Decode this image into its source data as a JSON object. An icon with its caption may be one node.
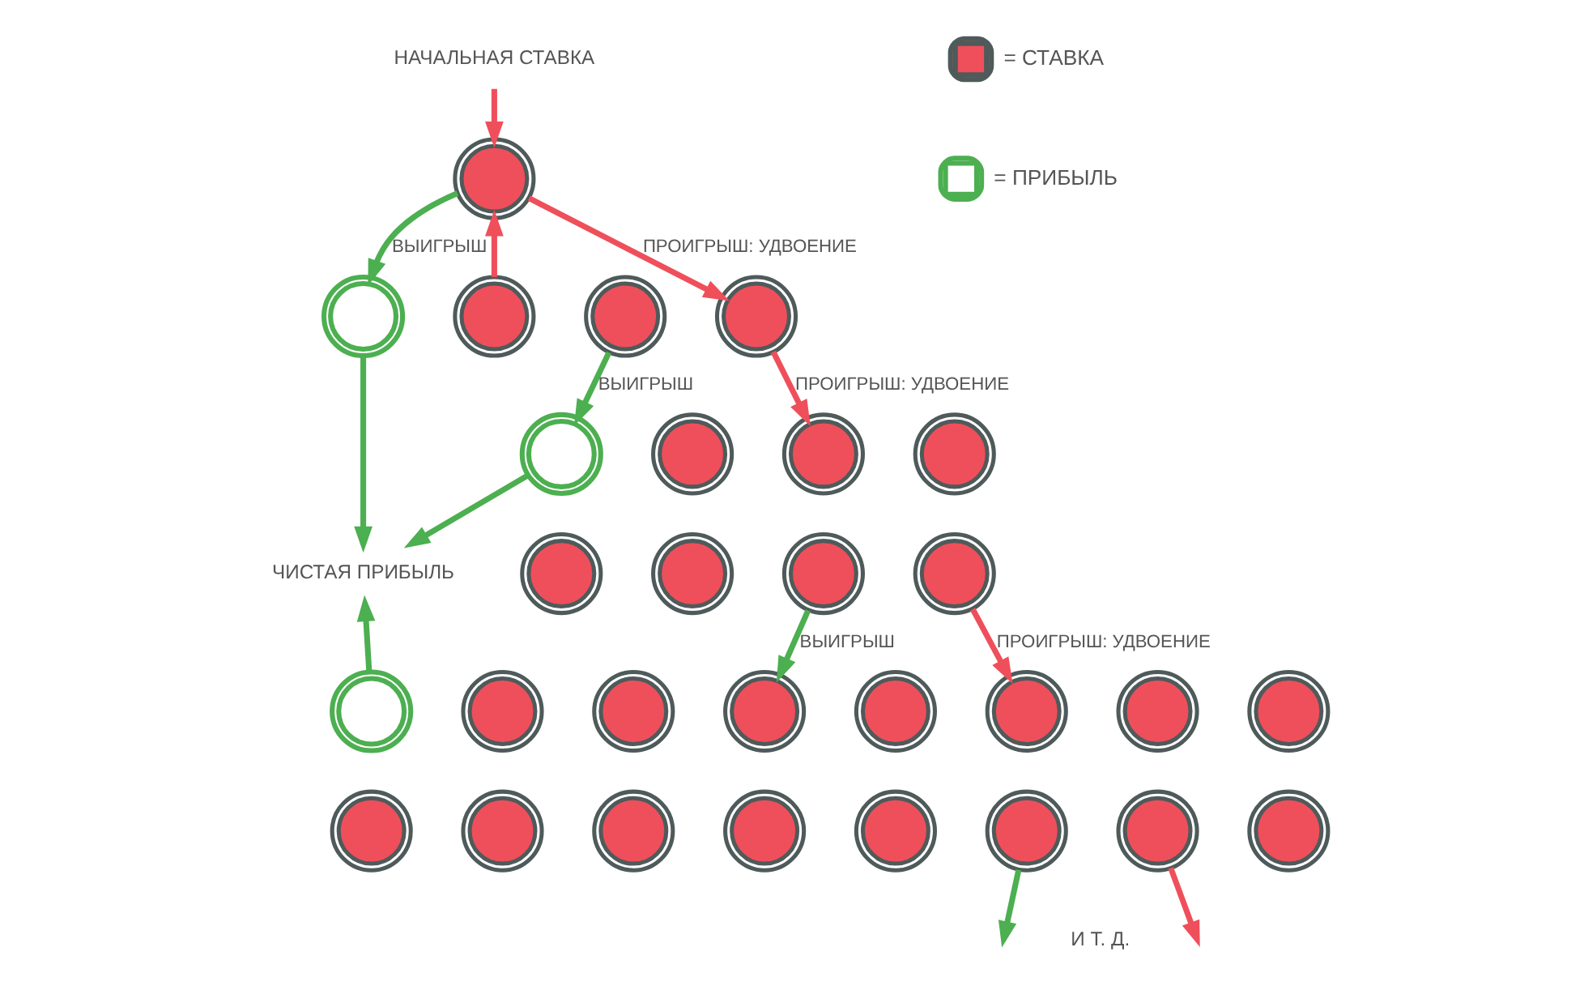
{
  "diagram": {
    "nodes": [
      {
        "text": [
          "НАЧАЛЬНАЯ СТАВКА"
        ]
      },
      {
        "text": [],
        "shape": "circle"
      },
      {
        "text": [],
        "shape": "circle"
      },
      {
        "text": [],
        "shape": "circle"
      },
      {
        "text": [],
        "shape": "circle"
      },
      {
        "text": [],
        "shape": "circle"
      },
      {
        "text": [],
        "shape": "circle"
      },
      {
        "text": [],
        "shape": "circle"
      },
      {
        "text": [],
        "shape": "circle"
      },
      {
        "text": [],
        "shape": "circle"
      },
      {
        "text": [],
        "shape": "circle"
      },
      {
        "text": [],
        "shape": "circle"
      },
      {
        "text": [],
        "shape": "circle"
      },
      {
        "text": [],
        "shape": "circle"
      },
      {
        "text": [
          "ЧИСТАЯ ПРИБЫЛЬ"
        ]
      },
      {
        "text": [],
        "shape": "circle"
      },
      {
        "text": [],
        "shape": "circle"
      },
      {
        "text": [],
        "shape": "circle"
      },
      {
        "text": [],
        "shape": "circle"
      },
      {
        "text": [],
        "shape": "circle"
      },
      {
        "text": [],
        "shape": "circle"
      },
      {
        "text": [],
        "shape": "circle"
      },
      {
        "text": [],
        "shape": "circle"
      },
      {
        "text": [],
        "shape": "circle"
      },
      {
        "text": [],
        "shape": "circle"
      },
      {
        "text": [],
        "shape": "circle"
      },
      {
        "text": [],
        "shape": "circle"
      },
      {
        "text": [],
        "shape": "circle"
      },
      {
        "text": [],
        "shape": "circle"
      },
      {
        "text": [],
        "shape": "circle"
      },
      {
        "text": [],
        "shape": "circle"
      }
    ],
    "edges": [
      {
        "from": 0,
        "to": 1,
        "arrow": "to",
        "color": "#ef4f5b"
      },
      {
        "from": 1,
        "to": 2,
        "arrow": "to",
        "label": "ВЫИГРЫШ"
      },
      {
        "from": 3,
        "to": 1,
        "arrow": "to",
        "color": "#ef4f5b"
      },
      {
        "from": 1,
        "to": 5,
        "arrow": "to",
        "label": "ПРОИГРЫШ: УДВОЕНИЕ",
        "color": "#ef4f5b"
      },
      {
        "from": 4,
        "to": 6,
        "arrow": "to",
        "label": "ВЫИГРЫШ"
      },
      {
        "from": 5,
        "to": 8,
        "arrow": "to",
        "label": "ПРОИГРЫШ: УДВОЕНИЕ",
        "color": "#ef4f5b"
      },
      {
        "from": 2,
        "to": 14,
        "arrow": "to"
      },
      {
        "from": 6,
        "to": 14,
        "arrow": "to"
      },
      {
        "from": 12,
        "to": 18,
        "arrow": "to",
        "label": "ВЫИГРЫШ"
      },
      {
        "from": 13,
        "to": 20,
        "arrow": "to",
        "label": "ПРОИГРЫШ: УДВОЕНИЕ",
        "color": "#ef4f5b"
      },
      {
        "from": 15,
        "to": 14,
        "arrow": "to"
      },
      {
        "from": 28,
        "to": null,
        "arrow": "to"
      },
      {
        "from": 29,
        "to": null,
        "arrow": "to",
        "color": "#ef4f5b"
      }
    ],
    "labels": [
      "И Т. Д."
    ],
    "legend": [
      {
        "text": "= СТАВКА"
      },
      {
        "text": "= ПРИБЫЛЬ"
      }
    ]
  }
}
